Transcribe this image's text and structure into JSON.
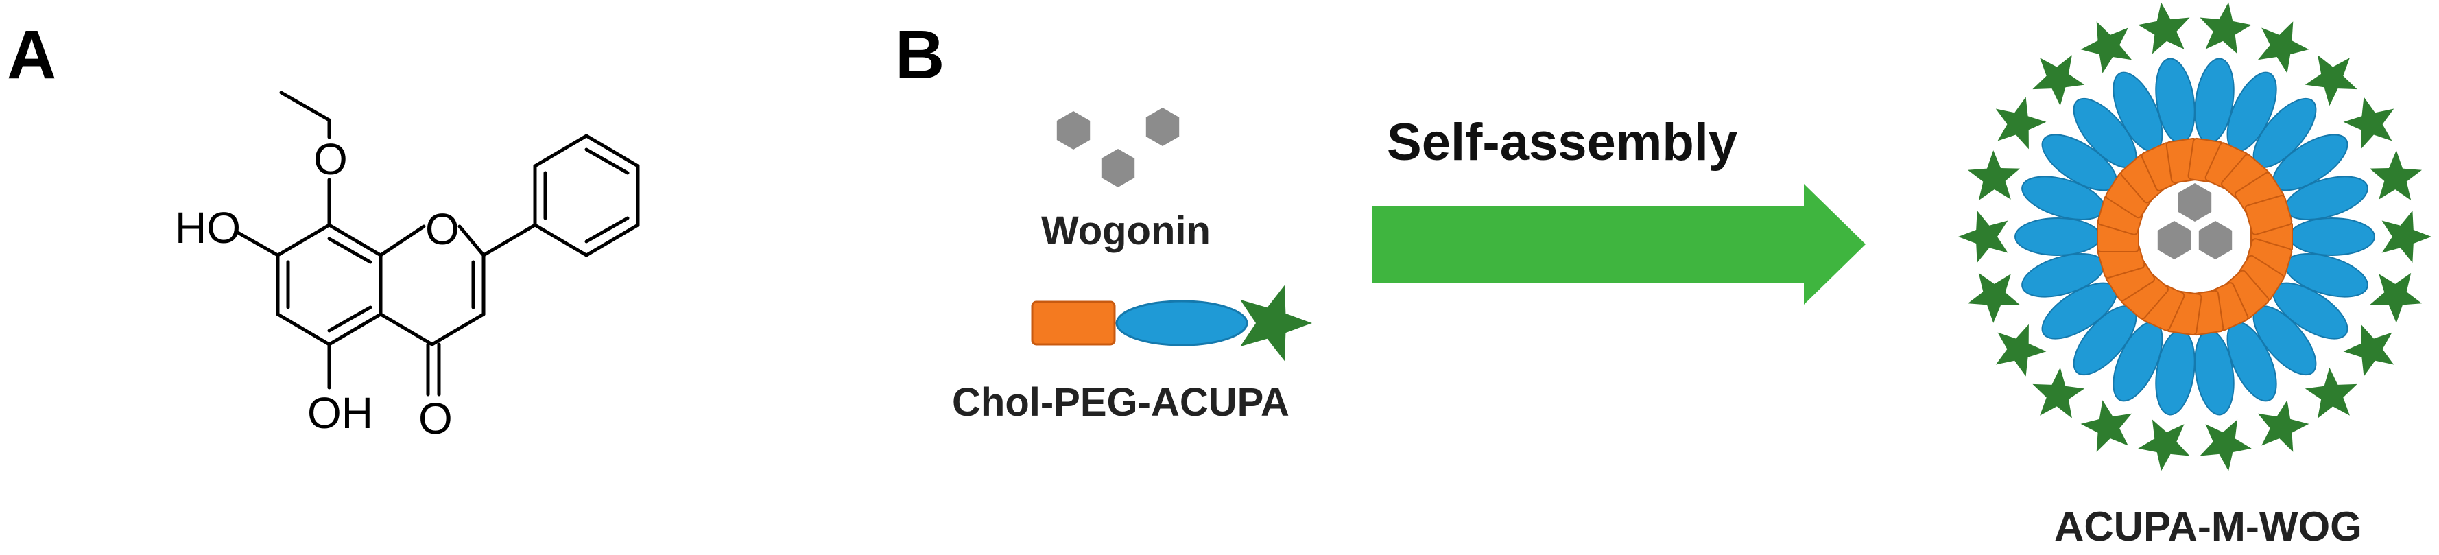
{
  "panel_a": {
    "label": "A",
    "atoms": {
      "ho_top": "HO",
      "o_ring": "O",
      "oh_bottom": "OH",
      "o_carbonyl": "O"
    }
  },
  "panel_b": {
    "label": "B",
    "wogonin_label": "Wogonin",
    "polymer_label": "Chol-PEG-ACUPA",
    "process_label": "Self-assembly",
    "product_label": "ACUPA-M-WOG"
  },
  "colors": {
    "cholesterol": "#f47a20",
    "peg": "#1f9ad6",
    "acupa": "#2e7d2e",
    "wogonin": "#8c8c8c",
    "arrow": "#3fb53f"
  }
}
